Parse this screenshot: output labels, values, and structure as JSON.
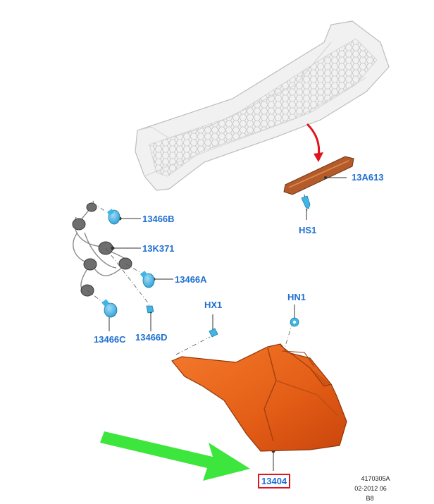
{
  "parts": {
    "p13A613": "13A613",
    "pHS1": "HS1",
    "p13466B": "13466B",
    "p13K371": "13K371",
    "p13466A": "13466A",
    "p13466C": "13466C",
    "p13466D": "13466D",
    "pHX1": "HX1",
    "pHN1": "HN1",
    "p13404": "13404"
  },
  "highlighted_part": "13404",
  "reference": {
    "code": "4170305A",
    "date": "02-2012 06",
    "rev": "B8"
  },
  "colors": {
    "label": "#1f6fd1",
    "highlight_box": "#e0141e",
    "lamp_orange": "#e8601a",
    "arrow_green": "#3ce63c",
    "arrow_red": "#e0141e",
    "fastener_cyan": "#3fb6e6"
  }
}
